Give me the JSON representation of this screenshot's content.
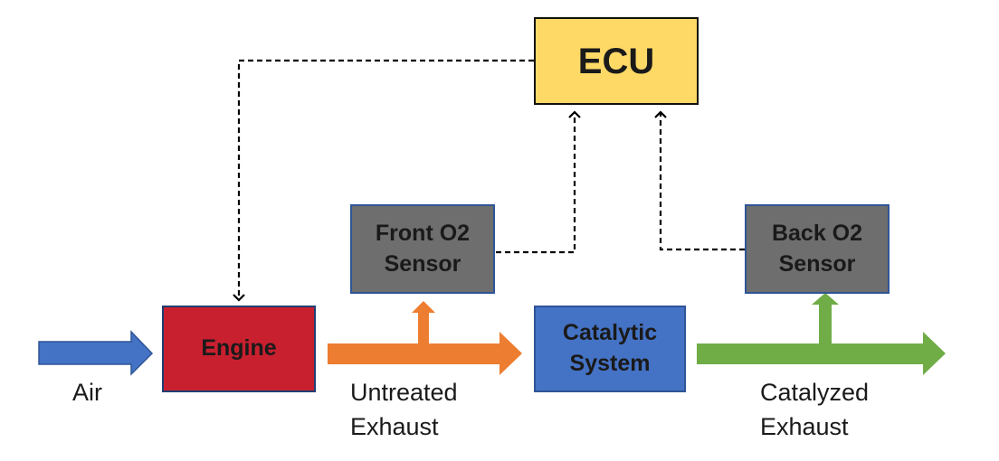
{
  "boxes": {
    "ecu": "ECU",
    "engine": "Engine",
    "front_sensor": "Front O2\nSensor",
    "back_sensor": "Back O2\nSensor",
    "catalytic": "Catalytic\nSystem"
  },
  "labels": {
    "air": "Air",
    "untreated": "Untreated\nExhaust",
    "catalyzed": "Catalyzed\nExhaust"
  },
  "colors": {
    "air_arrow": "#4472c4",
    "untreated_arrow": "#ed7d31",
    "catalyzed_arrow": "#70ad47",
    "ecu_fill": "#ffd966",
    "engine_fill": "#c8202f",
    "sensor_fill": "#6e6e6e",
    "catalytic_fill": "#4472c4"
  }
}
